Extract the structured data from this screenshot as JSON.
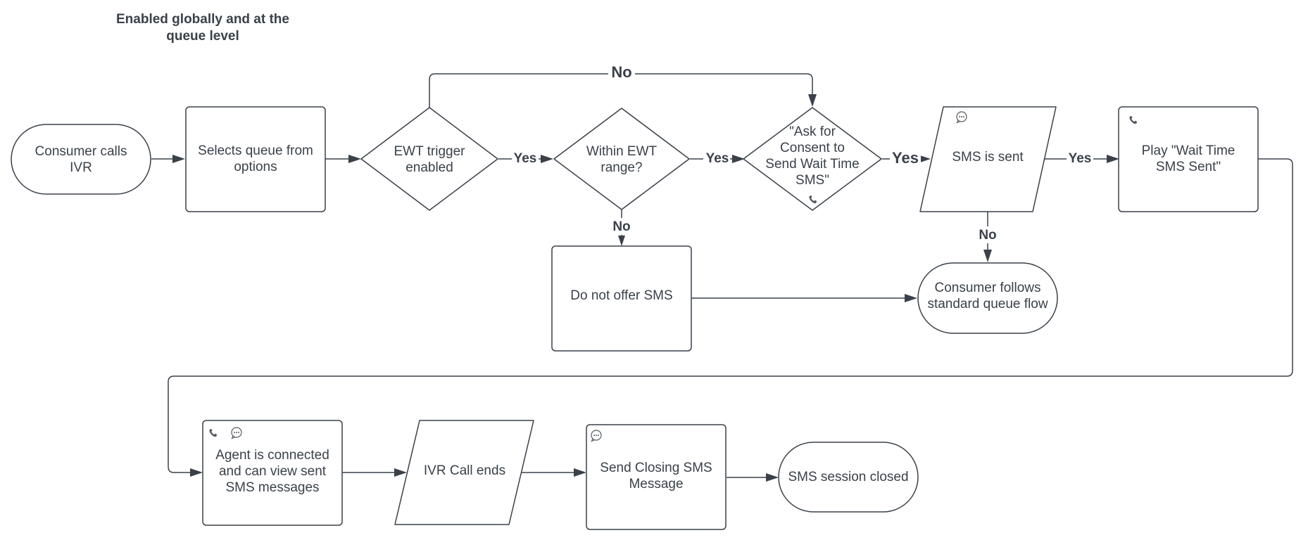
{
  "note": {
    "line1": "Enabled globally and at the",
    "line2": "queue level"
  },
  "nodes": {
    "consumer_calls": [
      "Consumer calls",
      "IVR"
    ],
    "selects_queue": [
      "Selects queue from",
      "options"
    ],
    "ewt_trigger": [
      "EWT trigger",
      "enabled"
    ],
    "within_range": [
      "Within EWT",
      "range?"
    ],
    "ask_consent": [
      "\"Ask for",
      "Consent to",
      "Send Wait Time",
      "SMS\""
    ],
    "sms_sent": [
      "SMS is sent"
    ],
    "play_wait": [
      "Play \"Wait Time",
      "SMS Sent\""
    ],
    "do_not_offer": [
      "Do not offer SMS"
    ],
    "standard_flow": [
      "Consumer follows",
      "standard queue flow"
    ],
    "agent_connected": [
      "Agent is connected",
      "and can view sent",
      "SMS messages"
    ],
    "ivr_ends": [
      "IVR Call ends"
    ],
    "closing_sms": [
      "Send Closing SMS",
      "Message"
    ],
    "session_closed": [
      "SMS session closed"
    ]
  },
  "edges": {
    "ewt_no": "No",
    "ewt_yes": "Yes",
    "range_yes": "Yes",
    "range_no": "No",
    "consent_yes": "Yes",
    "sms_yes": "Yes",
    "sms_no": "No"
  },
  "icons": {
    "phone": "phone-icon",
    "chat": "chat-bubble-icon"
  },
  "colors": {
    "stroke": "#3a414a",
    "text": "#3a414a"
  }
}
